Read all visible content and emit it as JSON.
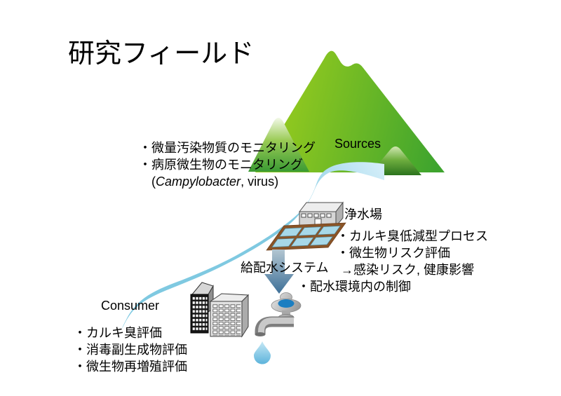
{
  "slide": {
    "title": "研究フィールド"
  },
  "labels": {
    "sources": "Sources",
    "treatment_plant": "浄水場",
    "distribution_system": "給配水システム",
    "consumer": "Consumer"
  },
  "source_monitoring": {
    "lines": [
      "・微量汚染物質のモニタリング",
      "・病原微生物のモニタリング"
    ],
    "pathogen": {
      "open": "(",
      "species": "Campylobacter",
      "rest": ", virus)"
    }
  },
  "treatment_notes": [
    "・カルキ臭低減型プロセス",
    "・微生物リスク評価",
    "→感染リスク, 健康影響",
    "・配水環境内の制御"
  ],
  "consumer_notes": [
    "・カルキ臭評価",
    "・消毒副生成物評価",
    "・微生物再増殖評価"
  ],
  "icons": {
    "large_mountain": "mountain-icon",
    "small_left_mountain": "snow-mountain-icon",
    "small_right_hill": "hill-icon",
    "river": "river-stream-icon",
    "treatment_building": "factory-building-icon",
    "settling_tanks": "water-basin-grid-icon",
    "down_arrow": "down-arrow-icon",
    "city_buildings": "buildings-icon",
    "faucet": "faucet-icon",
    "water_drop": "water-drop-icon"
  },
  "colors": {
    "mountain_light_green": "#97CB1E",
    "mountain_green": "#3EA42E",
    "hill_dark_green": "#2B731D",
    "river_blue": "#7FC9E1",
    "river_light": "#D4EEF9",
    "tank_brown": "#8A5427",
    "tank_cell_blue": "#A7D8E8",
    "arrow_steel_blue": "#3E7098",
    "valve_blue": "#1B7EC1",
    "drop_blue": "#5BB3DB",
    "text": "#000000"
  }
}
